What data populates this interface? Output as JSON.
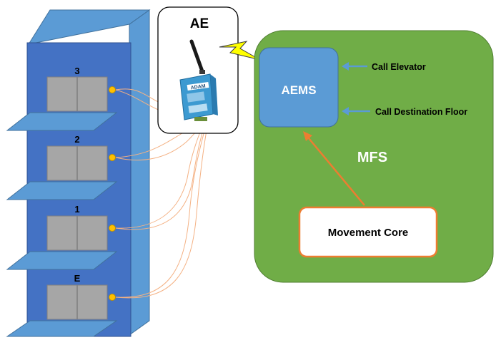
{
  "building": {
    "floors": [
      {
        "label": "3"
      },
      {
        "label": "2"
      },
      {
        "label": "1"
      },
      {
        "label": "E"
      }
    ]
  },
  "ae": {
    "title": "AE",
    "device_brand": "ADAM"
  },
  "mfs": {
    "title": "MFS",
    "aems_label": "AEMS",
    "core_label": "Movement Core",
    "inputs": [
      {
        "label": "Call Elevator"
      },
      {
        "label": "Call Destination Floor"
      }
    ]
  },
  "colors": {
    "building_front": "#4472c4",
    "building_side": "#5b9bd5",
    "door": "#a6a6a6",
    "button": "#ffc000",
    "wire": "#f4b183",
    "mfs_green": "#70ad47",
    "aems_blue": "#5b9bd5",
    "arrow_orange": "#ed7d31",
    "lightning": "#ffff00"
  }
}
